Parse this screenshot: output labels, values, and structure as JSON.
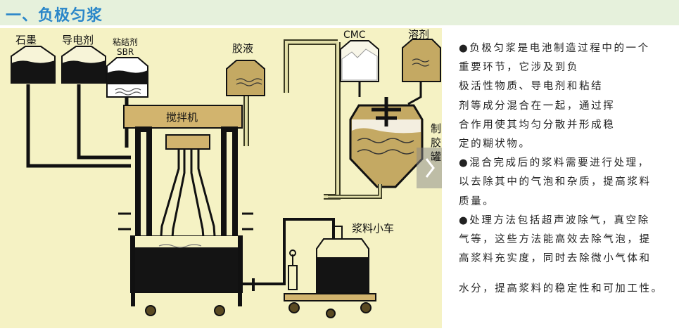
{
  "header": {
    "title": "一、负极匀浆"
  },
  "diagram": {
    "labels": {
      "graphite": "石墨",
      "conductive_agent": "导电剂",
      "binder_line1": "粘结剂",
      "binder_line2": "SBR",
      "glue": "胶液",
      "cmc": "CMC",
      "solvent": "溶剂",
      "mixer": "搅拌机",
      "tank_char1": "制",
      "tank_char2": "胶",
      "tank_char3": "罐",
      "cart": "浆料小车"
    }
  },
  "side_text": {
    "lines": [
      "●负极匀浆是电池制造过程中的一个",
      "重要环节，它涉及到负",
      "极活性物质、导电剂和粘结",
      "剂等成分混合在一起，通过挥",
      "合作用使其均匀分散并形成稳",
      "定的糊状物。",
      "●混合完成后的浆料需要进行处理，",
      "以去除其中的气泡和杂质，提高浆料",
      "质量。",
      "●处理方法包括超声波除气，真空除",
      "气等，这些方法能高效去除气泡，提",
      "高浆料充实度，同时去除微小气体和",
      "水分，提高浆料的稳定性和可加工性。"
    ]
  }
}
